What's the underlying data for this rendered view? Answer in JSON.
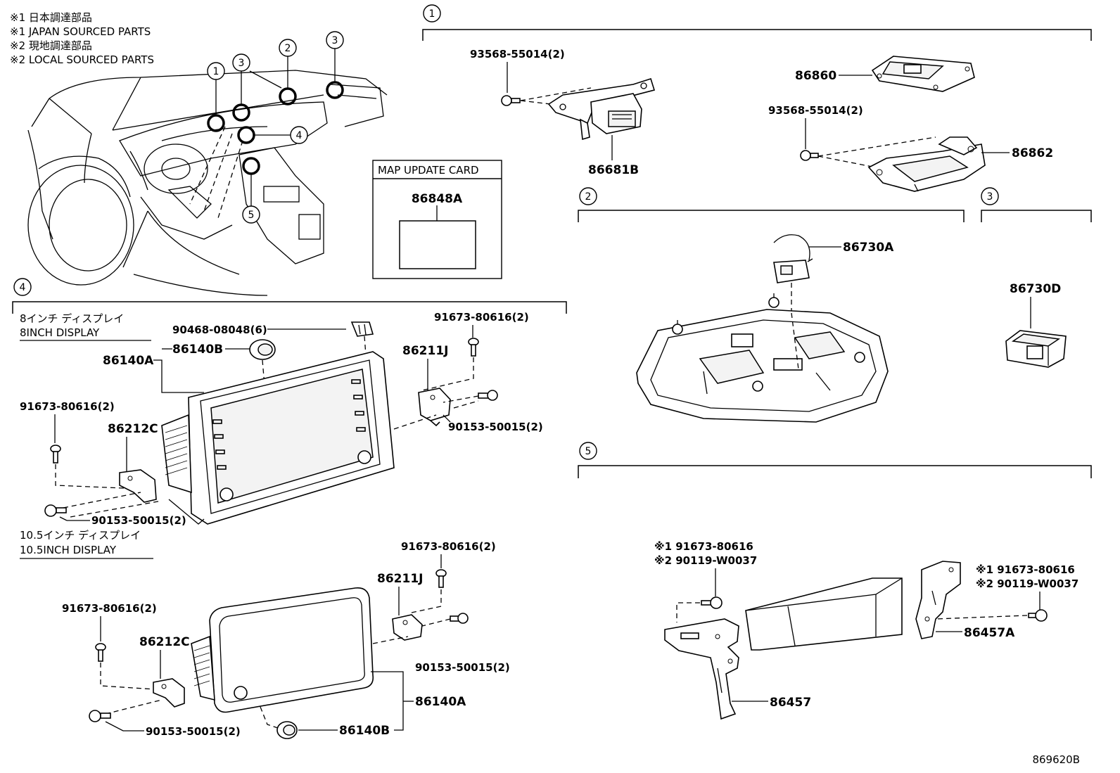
{
  "notes": [
    "※1 日本調達部品",
    "※1 JAPAN SOURCED PARTS",
    "※2 現地調達部品",
    "※2 LOCAL SOURCED PARTS"
  ],
  "sections": [
    "1",
    "2",
    "3",
    "4",
    "5"
  ],
  "map_card": {
    "title": "MAP UPDATE CARD",
    "part": "86848A"
  },
  "section1": {
    "screw_a": "93568-55014(2)",
    "bracket": "86681B",
    "module": "86860",
    "screw_b": "93568-55014(2)",
    "holder": "86862"
  },
  "section2": {
    "mic": "86730A"
  },
  "section3": {
    "mic": "86730D"
  },
  "section4": {
    "label_8_jp": "8インチ ディスプレイ",
    "label_8_en": "8INCH DISPLAY",
    "label_10_jp": "10.5インチ ディスプレイ",
    "label_10_en": "10.5INCH DISPLAY",
    "d8": {
      "clip": "90468-08048(6)",
      "knob": "86140B",
      "display": "86140A",
      "bolt_r": "91673-80616(2)",
      "bracket_r": "86211J",
      "screw_r": "90153-50015(2)",
      "bolt_l": "91673-80616(2)",
      "bracket_l": "86212C",
      "screw_l": "90153-50015(2)"
    },
    "d10": {
      "bolt_r": "91673-80616(2)",
      "bracket_r": "86211J",
      "bolt_l": "91673-80616(2)",
      "bracket_l": "86212C",
      "screw_r": "90153-50015(2)",
      "display": "86140A",
      "screw_l": "90153-50015(2)",
      "knob": "86140B"
    }
  },
  "section5": {
    "bolt_l_1": "※1 91673-80616",
    "bolt_l_2": "※2 90119-W0037",
    "bolt_r_1": "※1 91673-80616",
    "bolt_r_2": "※2 90119-W0037",
    "bracket_r": "86457A",
    "bracket_l": "86457"
  },
  "figure_id": "869620B"
}
